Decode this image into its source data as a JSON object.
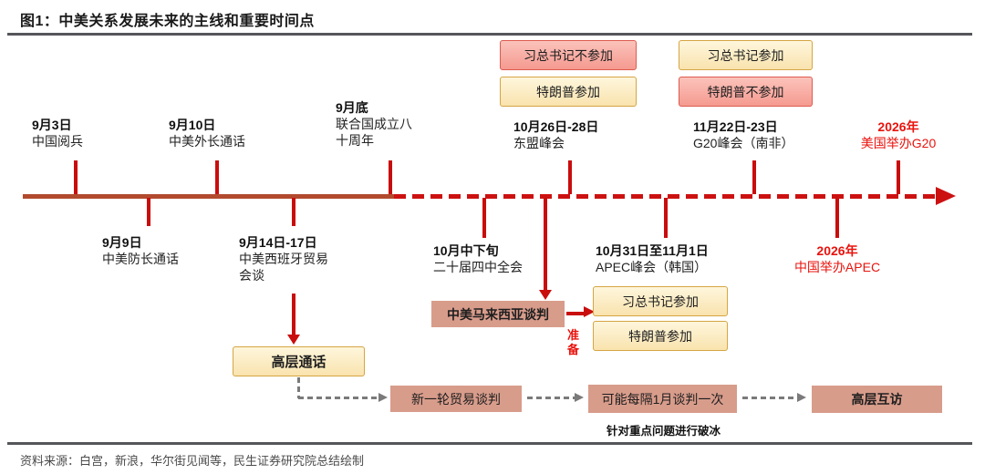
{
  "title": "图1：中美关系发展未来的主线和重要时间点",
  "source": "资料来源：白宫，新浪，华尔街见闻等，民生证券研究院总结绘制",
  "colors": {
    "timeline_solid": "#B24A2E",
    "timeline_dashed_red": "#CC1111",
    "red_text": "#E8130D",
    "box_red_fill": "#F8A9A0",
    "box_red_border": "#DD5B4F",
    "box_yellow_fill": "#FBEBC2",
    "box_yellow_border": "#D5A544",
    "box_salmon_fill": "#D89C8B",
    "connector_gray": "#7A7A7A"
  },
  "attendance_top": {
    "asean": [
      {
        "label": "习总书记不参加",
        "style": "red"
      },
      {
        "label": "特朗普参加",
        "style": "yellow"
      }
    ],
    "g20": [
      {
        "label": "习总书记参加",
        "style": "yellow"
      },
      {
        "label": "特朗普不参加",
        "style": "red"
      }
    ]
  },
  "timeline": {
    "events_above": [
      {
        "date": "9月3日",
        "desc": "中国阅兵"
      },
      {
        "date": "9月10日",
        "desc": "中美外长通话"
      },
      {
        "date": "9月底",
        "desc": "联合国成立八\n十周年"
      },
      {
        "date": "10月26日-28日",
        "desc": "东盟峰会"
      },
      {
        "date": "11月22日-23日",
        "desc": "G20峰会（南非）"
      },
      {
        "date": "2026年",
        "desc": "美国举办G20"
      }
    ],
    "events_below": [
      {
        "date": "9月9日",
        "desc": "中美防长通话"
      },
      {
        "date": "9月14日-17日",
        "desc": "中美西班牙贸易\n会谈"
      },
      {
        "date": "10月中下旬",
        "desc": "二十届四中全会"
      },
      {
        "date": "10月31日至11月1日",
        "desc": "APEC峰会（韩国）"
      },
      {
        "date": "2026年",
        "desc": "中国举办APEC"
      }
    ]
  },
  "flow": {
    "malaysia_talks": "中美马来西亚谈判",
    "prepare": "准备",
    "apec_attendance": [
      {
        "label": "习总书记参加"
      },
      {
        "label": "特朗普参加"
      }
    ],
    "highlevel_call": "高层通话",
    "new_round_talks": "新一轮贸易谈判",
    "monthly_talks": "可能每隔1月谈判一次",
    "highlevel_visits": "高层互访",
    "icebreak_note": "针对重点问题进行破冰"
  }
}
